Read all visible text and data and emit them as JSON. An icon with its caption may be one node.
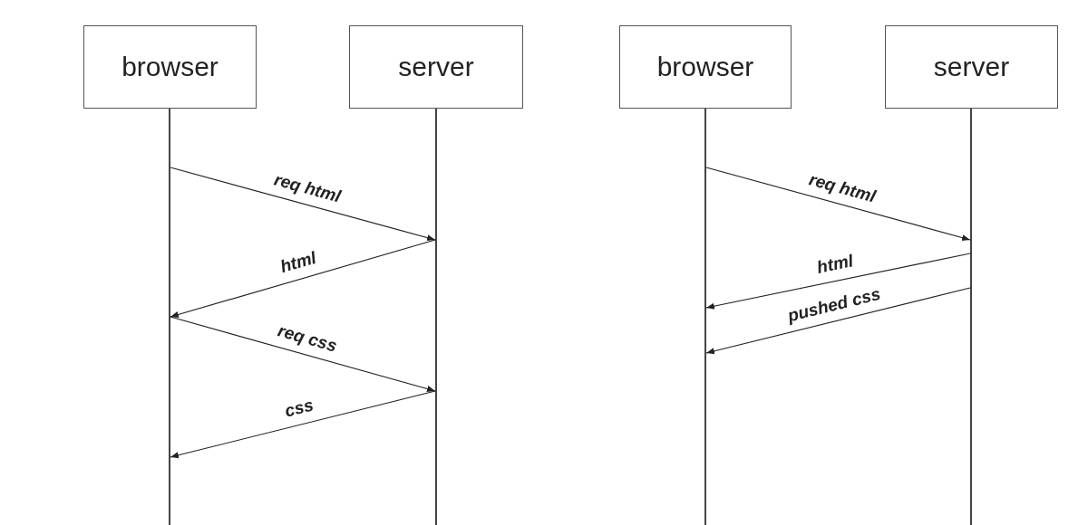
{
  "diagram": {
    "nodes": [
      {
        "text": [
          "browser"
        ]
      },
      {
        "text": [
          "server"
        ]
      },
      {
        "text": [
          "browser"
        ]
      },
      {
        "text": [
          "server"
        ]
      },
      {
        "text": [],
        "shape": "bar"
      },
      {
        "text": [],
        "shape": "bar"
      },
      {
        "text": [],
        "shape": "bar"
      },
      {
        "text": [],
        "shape": "bar"
      }
    ],
    "edges": [
      {
        "from": 4,
        "to": 5,
        "arrow": "to",
        "label": "req html"
      },
      {
        "from": 5,
        "to": 4,
        "arrow": "to",
        "label": "html"
      },
      {
        "from": 4,
        "to": 5,
        "arrow": "to",
        "label": "req css"
      },
      {
        "from": 5,
        "to": 4,
        "arrow": "to",
        "label": "css"
      },
      {
        "from": 6,
        "to": 7,
        "arrow": "to",
        "label": "req html"
      },
      {
        "from": 7,
        "to": 6,
        "arrow": "to",
        "label": "html"
      },
      {
        "from": 7,
        "to": 6,
        "arrow": "to",
        "label": "pushed css"
      }
    ]
  }
}
